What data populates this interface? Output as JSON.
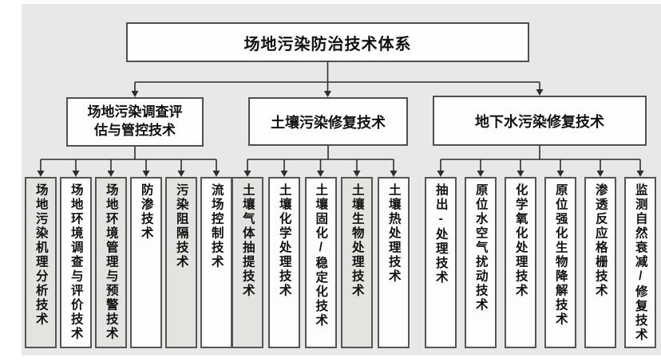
{
  "diagram": {
    "title": "场地污染防治技术体系",
    "branches": [
      {
        "label": "场地污染调查评估与管控技术",
        "children": [
          "场地污染机理分析技术",
          "场地环境调查与评价技术",
          "场地环境管理与预警技术",
          "防渗技术",
          "污染阻隔技术",
          "流场控制技术"
        ]
      },
      {
        "label": "土壤污染修复技术",
        "children": [
          "土壤气体抽提技术",
          "土壤化学处理技术",
          "土壤固化/稳定化技术",
          "土壤生物处理技术",
          "土壤热处理技术"
        ]
      },
      {
        "label": "地下水污染修复技术",
        "children": [
          "抽出-处理技术",
          "原位水空气扰动技术",
          "化学氧化处理技术",
          "原位强化生物降解技术",
          "渗透反应格栅技术",
          "监测自然衰减/修复技术"
        ]
      }
    ],
    "colors": {
      "background": "#e8e8e6",
      "box_fill": "#fefefe",
      "box_fill_shaded": "#e3e3e0",
      "border": "#4f4f4f",
      "line": "#2e2e2e",
      "text": "#111111"
    }
  }
}
